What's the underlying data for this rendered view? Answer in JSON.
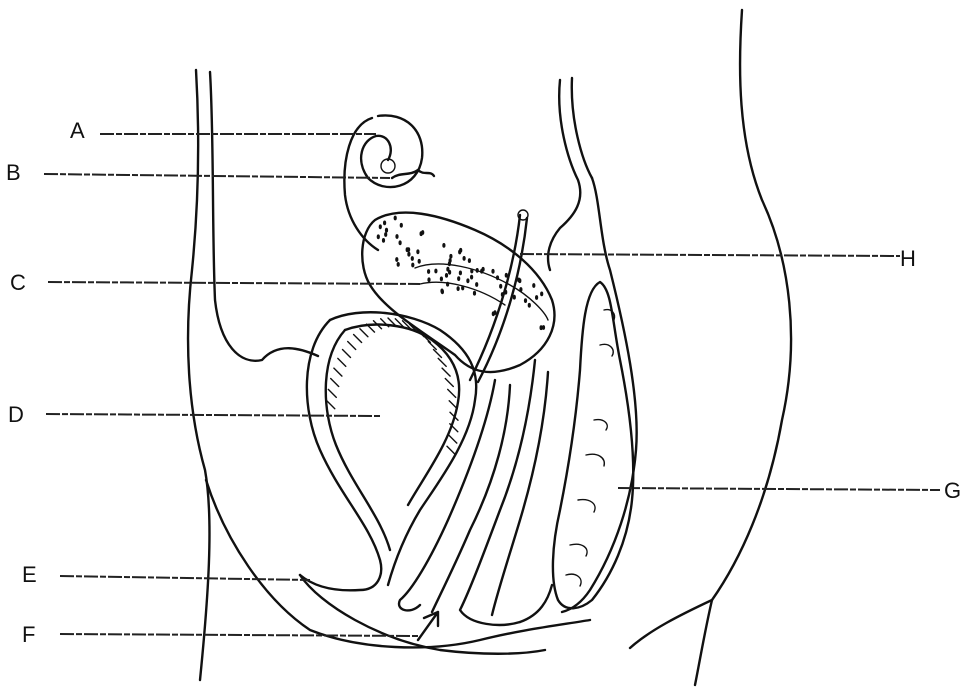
{
  "labels": [
    {
      "id": "A",
      "text": "A"
    },
    {
      "id": "B",
      "text": "B"
    },
    {
      "id": "C",
      "text": "C"
    },
    {
      "id": "D",
      "text": "D"
    },
    {
      "id": "E",
      "text": "E"
    },
    {
      "id": "F",
      "text": "F"
    },
    {
      "id": "G",
      "text": "G"
    },
    {
      "id": "H",
      "text": "H"
    }
  ]
}
